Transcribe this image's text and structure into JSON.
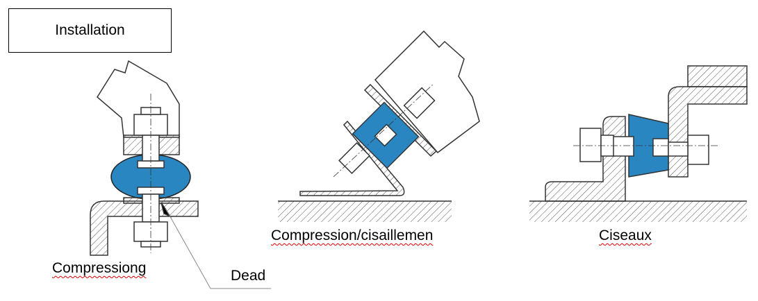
{
  "title": "Installation",
  "labels": {
    "compression": "Compressiong",
    "dead": "Dead",
    "compression_shear": "Compression/cisaillemen",
    "scissors": "Ciseaux"
  },
  "colors": {
    "rubber": "#2a86c1",
    "line": "#333333"
  }
}
